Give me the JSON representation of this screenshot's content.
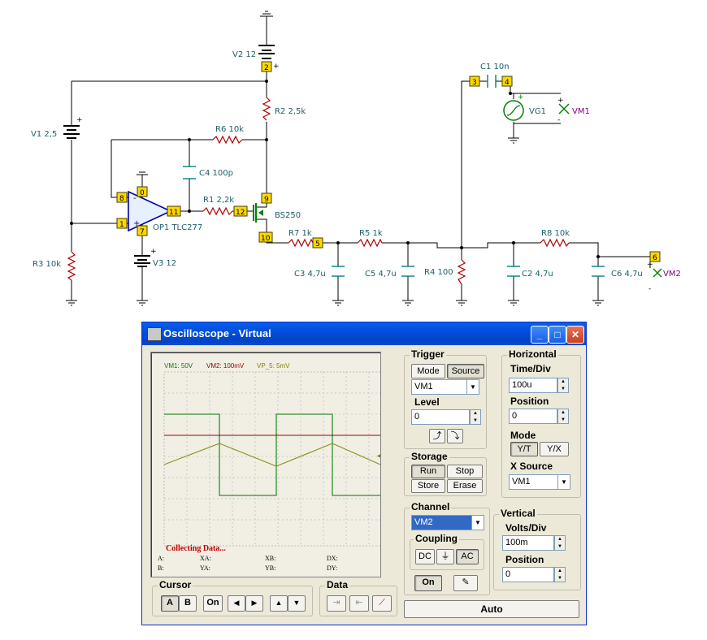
{
  "schematic": {
    "labels": {
      "v2": "V2 12",
      "v1": "V1 2,5",
      "v3": "V3 12",
      "r2": "R2 2,5k",
      "r6": "R6 10k",
      "c4": "C4 100p",
      "r1": "R1 2,2k",
      "op1": "OP1 TLC277",
      "bs250": "BS250",
      "r3": "R3 10k",
      "r7": "R7 1k",
      "r5": "R5 1k",
      "r4": "R4 100",
      "r8": "R8 10k",
      "c3": "C3 4,7u",
      "c5": "C5 4,7u",
      "c2": "C2 4,7u",
      "c6": "C6 4,7u",
      "c1": "C1 10n",
      "vg1": "VG1",
      "vm1": "VM1",
      "vm2": "VM2"
    },
    "nodes": [
      "0",
      "1",
      "2",
      "3",
      "4",
      "5",
      "6",
      "7",
      "8",
      "9",
      "10",
      "11",
      "12"
    ],
    "signs": {
      "plus": "+",
      "minus": "-"
    }
  },
  "oscilloscope": {
    "title": "Oscilloscope - Virtual",
    "title_buttons": {
      "minimize": "_",
      "maximize": "□",
      "close": "✕"
    },
    "screen": {
      "channels": [
        {
          "name": "VM1: 50V",
          "color": "#008000"
        },
        {
          "name": "VM2: 100mV",
          "color": "#a00000"
        },
        {
          "name": "VP_5: 5mV",
          "color": "#808000"
        }
      ],
      "status": "Collecting Data...",
      "cursor_readouts": {
        "a": "A:",
        "b": "B:",
        "xa": "XA:",
        "ya": "YA:",
        "xb": "XB:",
        "yb": "YB:",
        "dx": "DX:",
        "dy": "DY:"
      }
    },
    "trigger": {
      "title": "Trigger",
      "mode_label": "Mode",
      "source_label": "Source",
      "source_value": "VM1",
      "level_label": "Level",
      "level_value": "0"
    },
    "horizontal": {
      "title": "Horizontal",
      "time_div_label": "Time/Div",
      "time_div_value": "100u",
      "position_label": "Position",
      "position_value": "0",
      "mode_label": "Mode",
      "mode_yt": "Y/T",
      "mode_yx": "Y/X",
      "x_source_label": "X Source",
      "x_source_value": "VM1"
    },
    "storage": {
      "title": "Storage",
      "run": "Run",
      "stop": "Stop",
      "store": "Store",
      "erase": "Erase"
    },
    "channel": {
      "title": "Channel",
      "value": "VM2",
      "coupling_label": "Coupling",
      "dc": "DC",
      "gnd": "⏚",
      "ac": "AC",
      "on": "On"
    },
    "vertical": {
      "title": "Vertical",
      "volts_div_label": "Volts/Div",
      "volts_div_value": "100m",
      "position_label": "Position",
      "position_value": "0"
    },
    "cursor": {
      "title": "Cursor",
      "a": "A",
      "b": "B",
      "on": "On",
      "left": "◀",
      "right": "▶",
      "up": "▲",
      "down": "▼"
    },
    "data": {
      "title": "Data"
    },
    "auto": "Auto"
  }
}
